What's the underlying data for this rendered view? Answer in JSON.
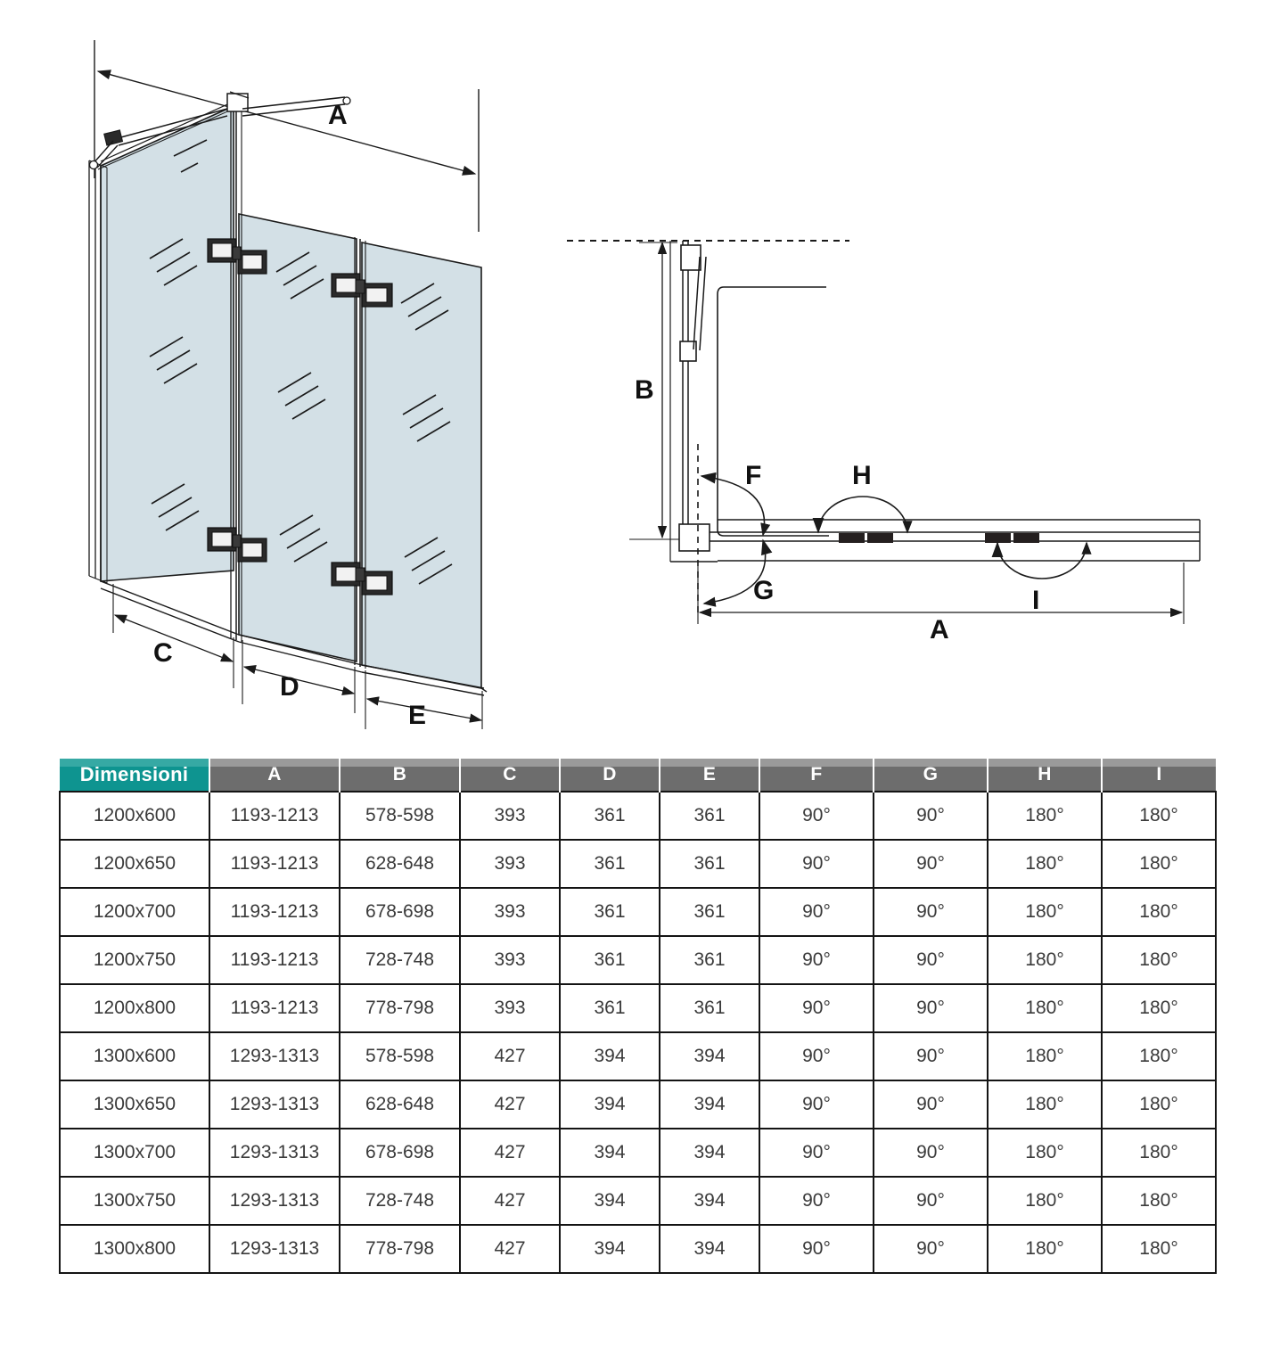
{
  "diagram": {
    "front_view": {
      "name": "folding-bath-screen-perspective-view",
      "labels": [
        {
          "key": "A",
          "text": "A"
        },
        {
          "key": "C",
          "text": "C"
        },
        {
          "key": "D",
          "text": "D"
        },
        {
          "key": "E",
          "text": "E"
        }
      ]
    },
    "plan_view": {
      "name": "folding-bath-screen-plan-view",
      "labels": [
        {
          "key": "B",
          "text": "B"
        },
        {
          "key": "F",
          "text": "F"
        },
        {
          "key": "G",
          "text": "G"
        },
        {
          "key": "H",
          "text": "H"
        },
        {
          "key": "I",
          "text": "I"
        },
        {
          "key": "A",
          "text": "A"
        }
      ]
    },
    "colors": {
      "glass": "#d3e0e6",
      "line": "#1a1a1a",
      "hardware": "#2a2a2a"
    }
  },
  "table": {
    "title_cell": "Dimensioni",
    "columns": [
      "Dimensioni",
      "A",
      "B",
      "C",
      "D",
      "E",
      "F",
      "G",
      "H",
      "I"
    ],
    "rows": [
      {
        "dim": "1200x600",
        "A": "1193-1213",
        "B": "578-598",
        "C": "393",
        "D": "361",
        "E": "361",
        "F": "90°",
        "G": "90°",
        "H": "180°",
        "I": "180°"
      },
      {
        "dim": "1200x650",
        "A": "1193-1213",
        "B": "628-648",
        "C": "393",
        "D": "361",
        "E": "361",
        "F": "90°",
        "G": "90°",
        "H": "180°",
        "I": "180°"
      },
      {
        "dim": "1200x700",
        "A": "1193-1213",
        "B": "678-698",
        "C": "393",
        "D": "361",
        "E": "361",
        "F": "90°",
        "G": "90°",
        "H": "180°",
        "I": "180°"
      },
      {
        "dim": "1200x750",
        "A": "1193-1213",
        "B": "728-748",
        "C": "393",
        "D": "361",
        "E": "361",
        "F": "90°",
        "G": "90°",
        "H": "180°",
        "I": "180°"
      },
      {
        "dim": "1200x800",
        "A": "1193-1213",
        "B": "778-798",
        "C": "393",
        "D": "361",
        "E": "361",
        "F": "90°",
        "G": "90°",
        "H": "180°",
        "I": "180°"
      },
      {
        "dim": "1300x600",
        "A": "1293-1313",
        "B": "578-598",
        "C": "427",
        "D": "394",
        "E": "394",
        "F": "90°",
        "G": "90°",
        "H": "180°",
        "I": "180°"
      },
      {
        "dim": "1300x650",
        "A": "1293-1313",
        "B": "628-648",
        "C": "427",
        "D": "394",
        "E": "394",
        "F": "90°",
        "G": "90°",
        "H": "180°",
        "I": "180°"
      },
      {
        "dim": "1300x700",
        "A": "1293-1313",
        "B": "678-698",
        "C": "427",
        "D": "394",
        "E": "394",
        "F": "90°",
        "G": "90°",
        "H": "180°",
        "I": "180°"
      },
      {
        "dim": "1300x750",
        "A": "1293-1313",
        "B": "728-748",
        "C": "427",
        "D": "394",
        "E": "394",
        "F": "90°",
        "G": "90°",
        "H": "180°",
        "I": "180°"
      },
      {
        "dim": "1300x800",
        "A": "1293-1313",
        "B": "778-798",
        "C": "427",
        "D": "394",
        "E": "394",
        "F": "90°",
        "G": "90°",
        "H": "180°",
        "I": "180°"
      }
    ],
    "header_colors": {
      "dimensioni": "#0e9490",
      "letters": "#6d6d6d"
    }
  }
}
